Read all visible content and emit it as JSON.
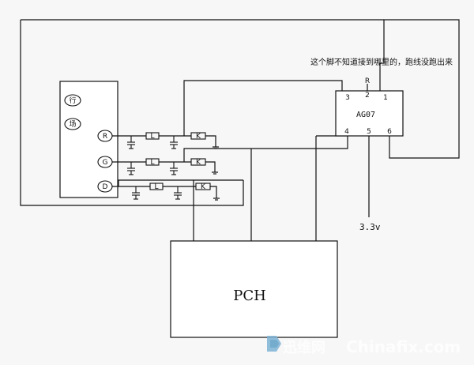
{
  "annotation": "这个脚不知道接到哪里的，跑线没跑出来",
  "chip": {
    "name": "AG07",
    "pins": [
      "3",
      "2",
      "1",
      "4",
      "5",
      "6"
    ],
    "pin2_mark": "R"
  },
  "connector": {
    "labels": [
      "行",
      "场"
    ],
    "pins": [
      "R",
      "G",
      "D"
    ]
  },
  "filter": {
    "inductor_label": "L",
    "resistor_label": "K"
  },
  "pch": {
    "label": "PCH"
  },
  "voltage": {
    "label": "3.3v"
  },
  "watermark": {
    "cn": "迅维网",
    "en": "Chinafix.com"
  }
}
